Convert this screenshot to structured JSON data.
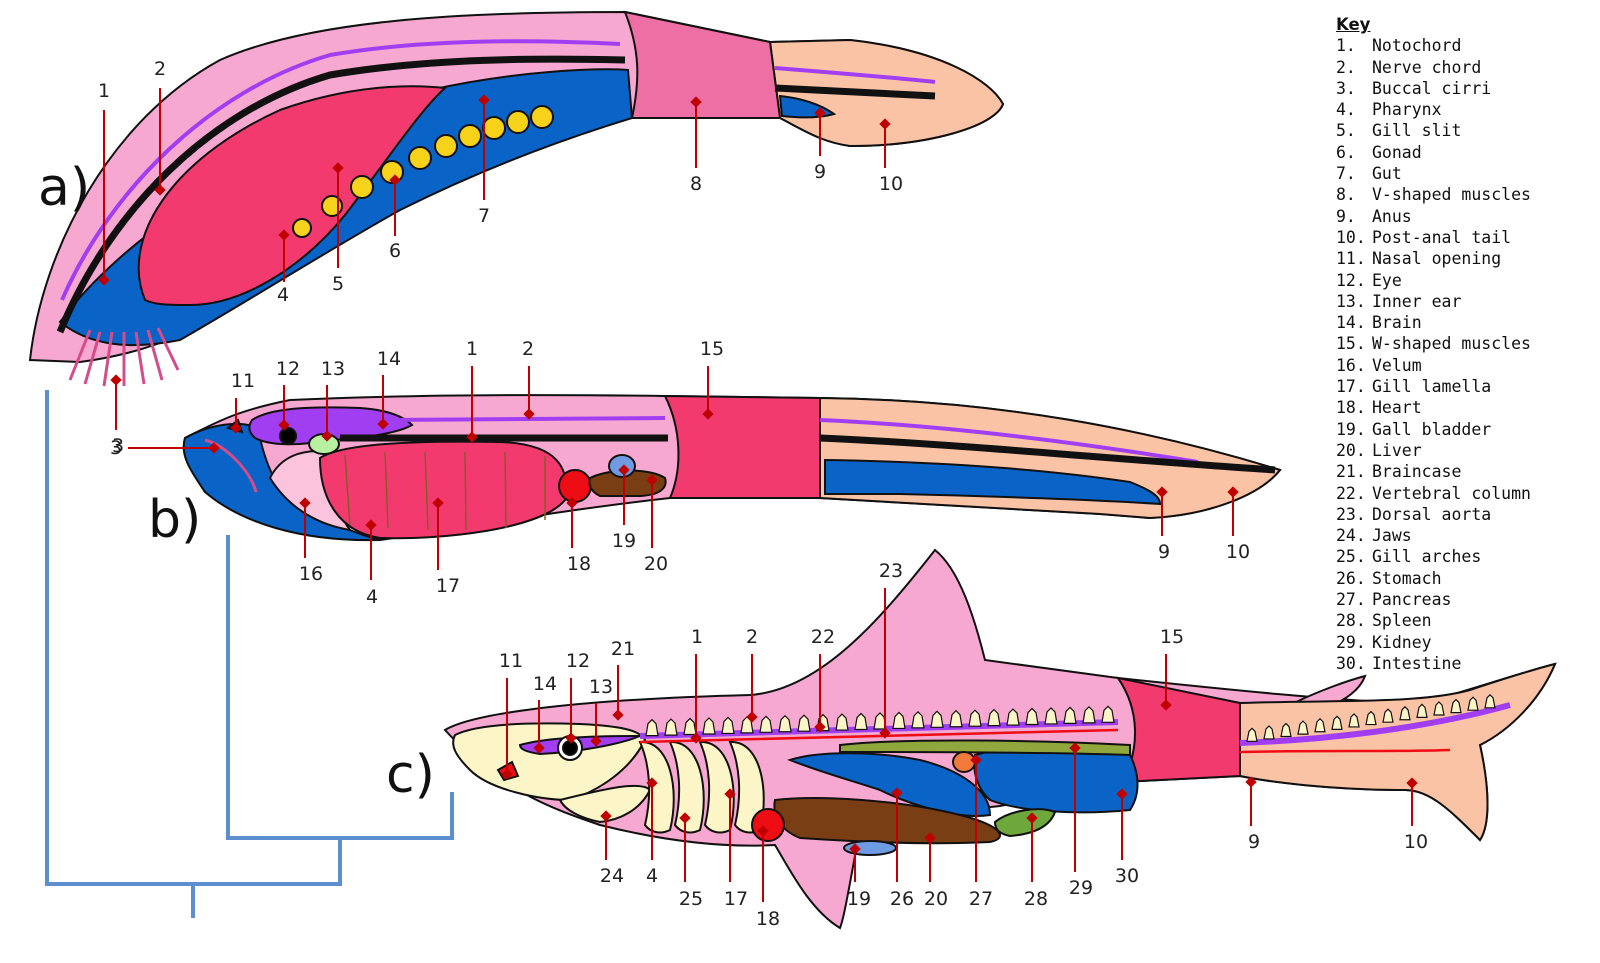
{
  "key": {
    "title": "Key",
    "items": [
      {
        "num": "1.",
        "label": "Notochord"
      },
      {
        "num": "2.",
        "label": "Nerve chord"
      },
      {
        "num": "3.",
        "label": "Buccal cirri"
      },
      {
        "num": "4.",
        "label": "Pharynx"
      },
      {
        "num": "5.",
        "label": "Gill slit"
      },
      {
        "num": "6.",
        "label": "Gonad"
      },
      {
        "num": "7.",
        "label": "Gut"
      },
      {
        "num": "8.",
        "label": "V-shaped muscles"
      },
      {
        "num": "9.",
        "label": "Anus"
      },
      {
        "num": "10.",
        "label": "Post-anal tail"
      },
      {
        "num": "11.",
        "label": "Nasal opening"
      },
      {
        "num": "12.",
        "label": "Eye"
      },
      {
        "num": "13.",
        "label": "Inner ear"
      },
      {
        "num": "14.",
        "label": "Brain"
      },
      {
        "num": "15.",
        "label": "W-shaped muscles"
      },
      {
        "num": "16.",
        "label": "Velum"
      },
      {
        "num": "17.",
        "label": "Gill lamella"
      },
      {
        "num": "18.",
        "label": "Heart"
      },
      {
        "num": "19.",
        "label": "Gall bladder"
      },
      {
        "num": "20.",
        "label": "Liver"
      },
      {
        "num": "21.",
        "label": "Braincase"
      },
      {
        "num": "22.",
        "label": "Vertebral column"
      },
      {
        "num": "23.",
        "label": "Dorsal aorta"
      },
      {
        "num": "24.",
        "label": "Jaws"
      },
      {
        "num": "25.",
        "label": "Gill arches"
      },
      {
        "num": "26.",
        "label": "Stomach"
      },
      {
        "num": "27.",
        "label": "Pancreas"
      },
      {
        "num": "28.",
        "label": "Spleen"
      },
      {
        "num": "29.",
        "label": "Kidney"
      },
      {
        "num": "30.",
        "label": "Intestine"
      }
    ]
  },
  "panels": {
    "a": "a)",
    "b": "b)",
    "c": "c)"
  },
  "callouts": {
    "a": [
      "1",
      "2",
      "3",
      "4",
      "5",
      "6",
      "7",
      "8",
      "9",
      "10"
    ],
    "b": [
      "11",
      "12",
      "13",
      "14",
      "1",
      "2",
      "15",
      "3",
      "16",
      "4",
      "17",
      "18",
      "19",
      "20",
      "9",
      "10"
    ],
    "c": [
      "11",
      "14",
      "12",
      "13",
      "21",
      "1",
      "2",
      "22",
      "23",
      "15",
      "24",
      "4",
      "25",
      "17",
      "18",
      "19",
      "26",
      "20",
      "27",
      "28",
      "29",
      "30",
      "9",
      "10"
    ]
  },
  "colors": {
    "body_pink": "#f7a8d0",
    "light_pink": "#fbc4dc",
    "tail_peach": "#fbc3a6",
    "gut_blue": "#0a63c6",
    "pharynx_red": "#f23a6e",
    "nerve_purple": "#a23ef2",
    "gonad_yellow": "#f7d21a",
    "label_red": "#c00000",
    "cladogram_blue": "#5b8fd0"
  }
}
